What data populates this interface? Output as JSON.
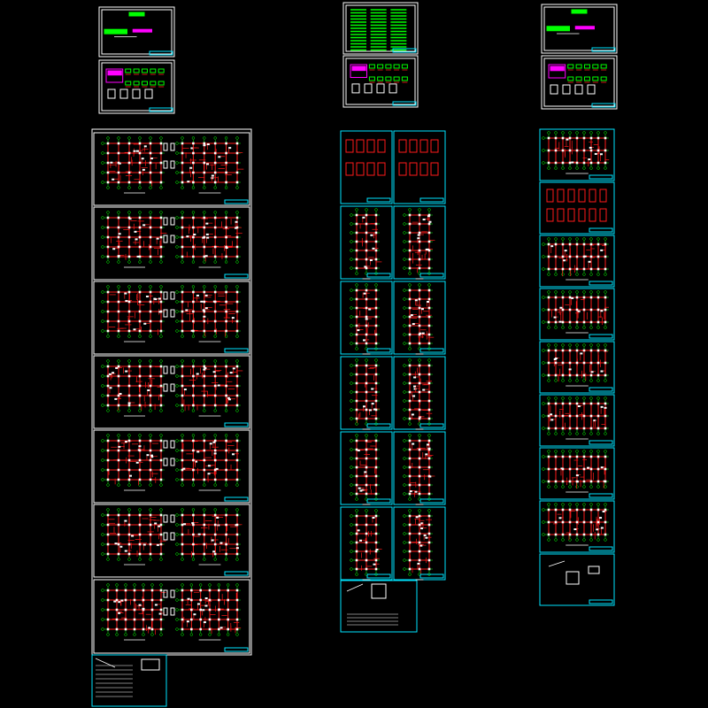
{
  "colors": {
    "background": "#000000",
    "sheet_border": "#ffffff",
    "viewport_border": "#00e5ff",
    "grid_axis": "#00ff00",
    "beam": "#ff1a1a",
    "annotation": "#ffffff",
    "notes_block": "#00ff00",
    "table_block": "#ff00ff"
  },
  "columns": [
    {
      "name": "column-left",
      "cover_sheets": 2,
      "plan_sheets": 7,
      "schedule_sheets": 1
    },
    {
      "name": "column-middle",
      "cover_sheets": 2,
      "plan_rows": 6,
      "schedule_sheets": 1
    },
    {
      "name": "column-right",
      "cover_sheets": 2,
      "plan_sheets": 9
    }
  ]
}
